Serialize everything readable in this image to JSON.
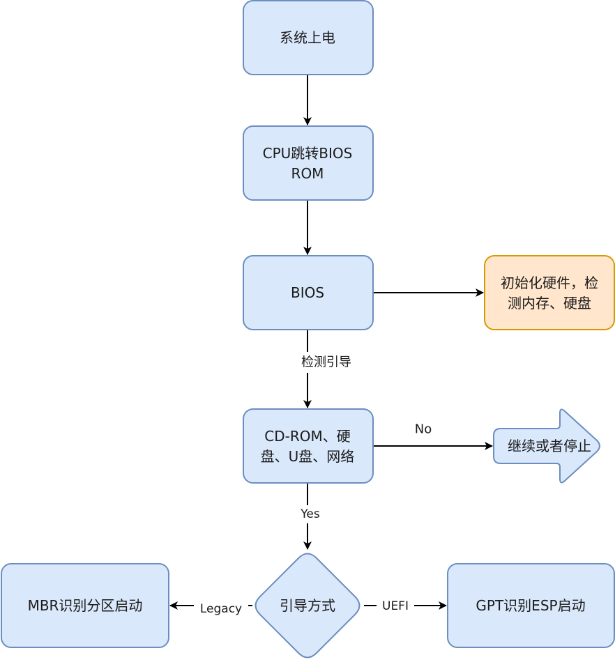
{
  "colors": {
    "blue_fill": "#dae8fc",
    "blue_stroke": "#6c8ebf",
    "orange_fill": "#ffe6cc",
    "orange_stroke": "#d79b00",
    "edge": "#000000"
  },
  "nodes": {
    "power_on": "系统上电",
    "cpu_jump_line1": "CPU跳转BIOS",
    "cpu_jump_line2": "ROM",
    "bios": "BIOS",
    "init_hw_line1": "初始化硬件，检",
    "init_hw_line2": "测内存、硬盘",
    "boot_devices_line1": "CD-ROM、硬",
    "boot_devices_line2": "盘、U盘、网络",
    "continue_or_stop": "继续或者停止",
    "boot_mode": "引导方式",
    "mbr_boot": "MBR识别分区启动",
    "gpt_boot": "GPT识别ESP启动"
  },
  "edges": {
    "detect_boot": "检测引导",
    "no": "No",
    "yes": "Yes",
    "legacy": "Legacy",
    "uefi": "UEFI"
  }
}
